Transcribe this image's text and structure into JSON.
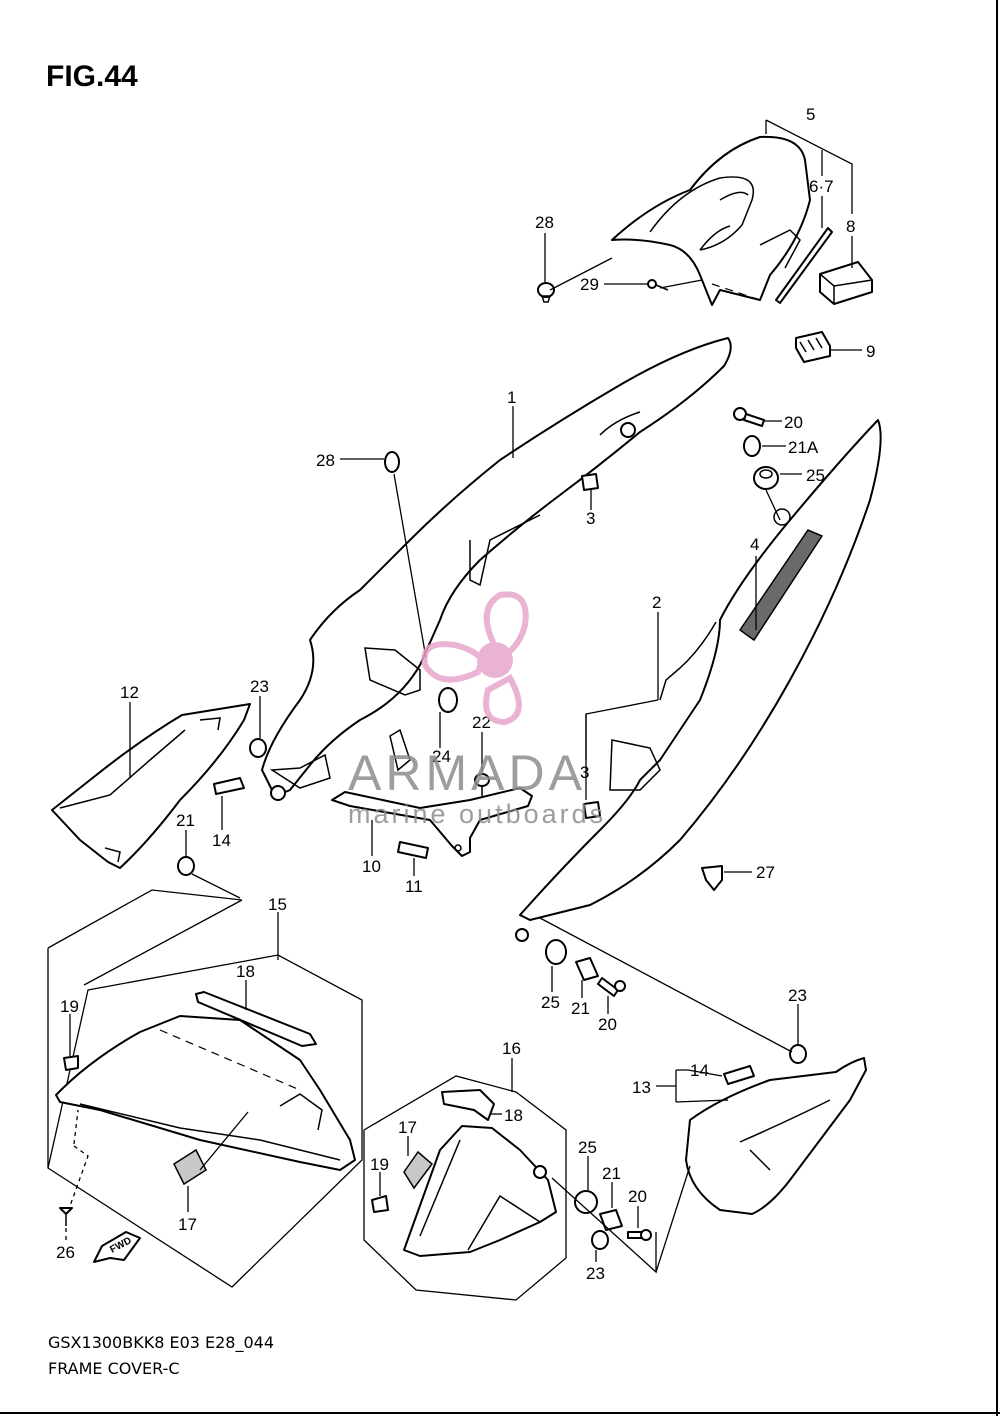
{
  "figure": {
    "title": "FIG.44",
    "model_code": "GSX1300BKK8 E03 E28_044",
    "section_name": "FRAME COVER-C"
  },
  "watermark": {
    "brand": "ARMADA",
    "tagline": "marine outboards",
    "brand_color": "#e8a6cc",
    "text_color": "#8c8c8c"
  },
  "callouts": {
    "c1": "1",
    "c2": "2",
    "c3_top": "3",
    "c3_mid": "3",
    "c4": "4",
    "c5": "5",
    "c6_7": "6·7",
    "c8": "8",
    "c9": "9",
    "c10": "10",
    "c11": "11",
    "c12": "12",
    "c13": "13",
    "c14_left": "14",
    "c14_right": "14",
    "c15": "15",
    "c16": "16",
    "c17_left": "17",
    "c17_right": "17",
    "c18_left": "18",
    "c18_right": "18",
    "c19_left": "19",
    "c19_right": "19",
    "c20_top": "20",
    "c20_mid": "20",
    "c20_bot": "20",
    "c21_left": "21",
    "c21_mid": "21",
    "c21_bot": "21",
    "c21a": "21A",
    "c22": "22",
    "c23_left": "23",
    "c23_right": "23",
    "c23_bot": "23",
    "c24": "24",
    "c25_top": "25",
    "c25_mid": "25",
    "c25_bot": "25",
    "c26": "26",
    "c27": "27",
    "c28_top": "28",
    "c28_mid": "28",
    "c29": "29"
  },
  "fwd_arrow": {
    "label": "FWD"
  }
}
